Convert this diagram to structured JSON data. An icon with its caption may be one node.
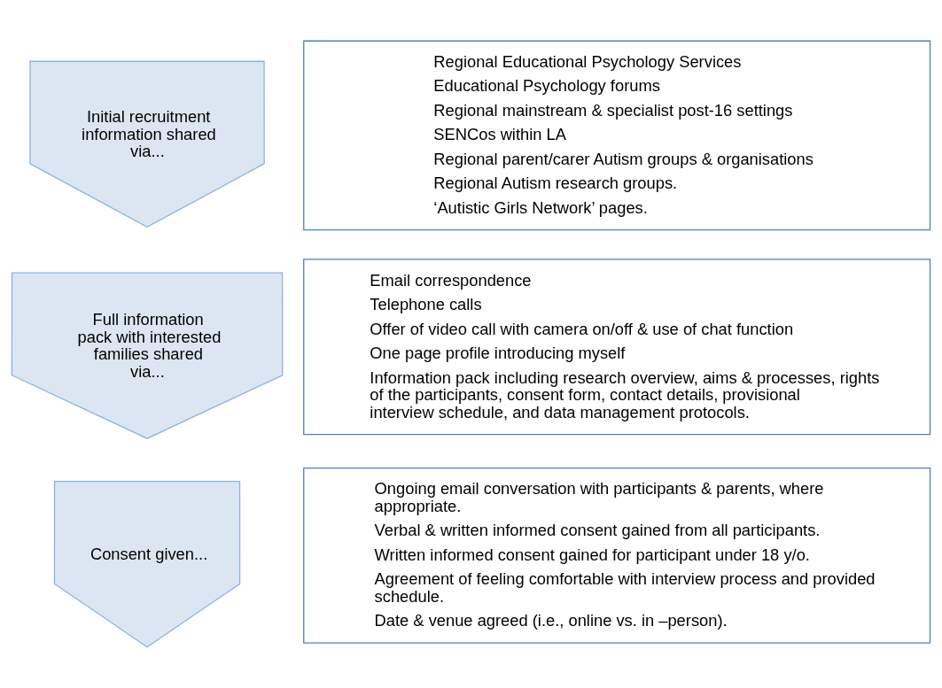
{
  "diagram": {
    "nodes": [
      {
        "text": [
          "Initial recruitment information shared via..."
        ]
      },
      {
        "text": [
          "Regional Educational Psychology Services",
          "Educational Psychology forums",
          "Regional mainstream & specialist post-16 settings",
          "SENCos within LA",
          "Regional parent/carer Autism groups & organisations",
          "Regional Autism research groups.",
          "‘Autistic Girls Network’ pages."
        ]
      },
      {
        "text": [
          "Full information pack with interested families shared via..."
        ]
      },
      {
        "text": [
          "Email correspondence",
          "Telephone calls",
          "Offer of video call with camera on/off & use of chat function",
          "One page profile introducing myself",
          "Information pack including research overview, aims & processes, rights of the participants, consent form, contact details, provisional interview schedule, and data management protocols."
        ]
      },
      {
        "text": [
          "Consent given..."
        ]
      },
      {
        "text": [
          "Ongoing email conversation with participants & parents, where appropriate.",
          "Verbal & written informed consent gained from all participants.",
          "Written informed consent gained for participant under 18 y/o.",
          "Agreement of feeling comfortable with interview process and provided schedule.",
          "Date & venue agreed (i.e., online vs. in –person)."
        ]
      }
    ],
    "edges": []
  }
}
